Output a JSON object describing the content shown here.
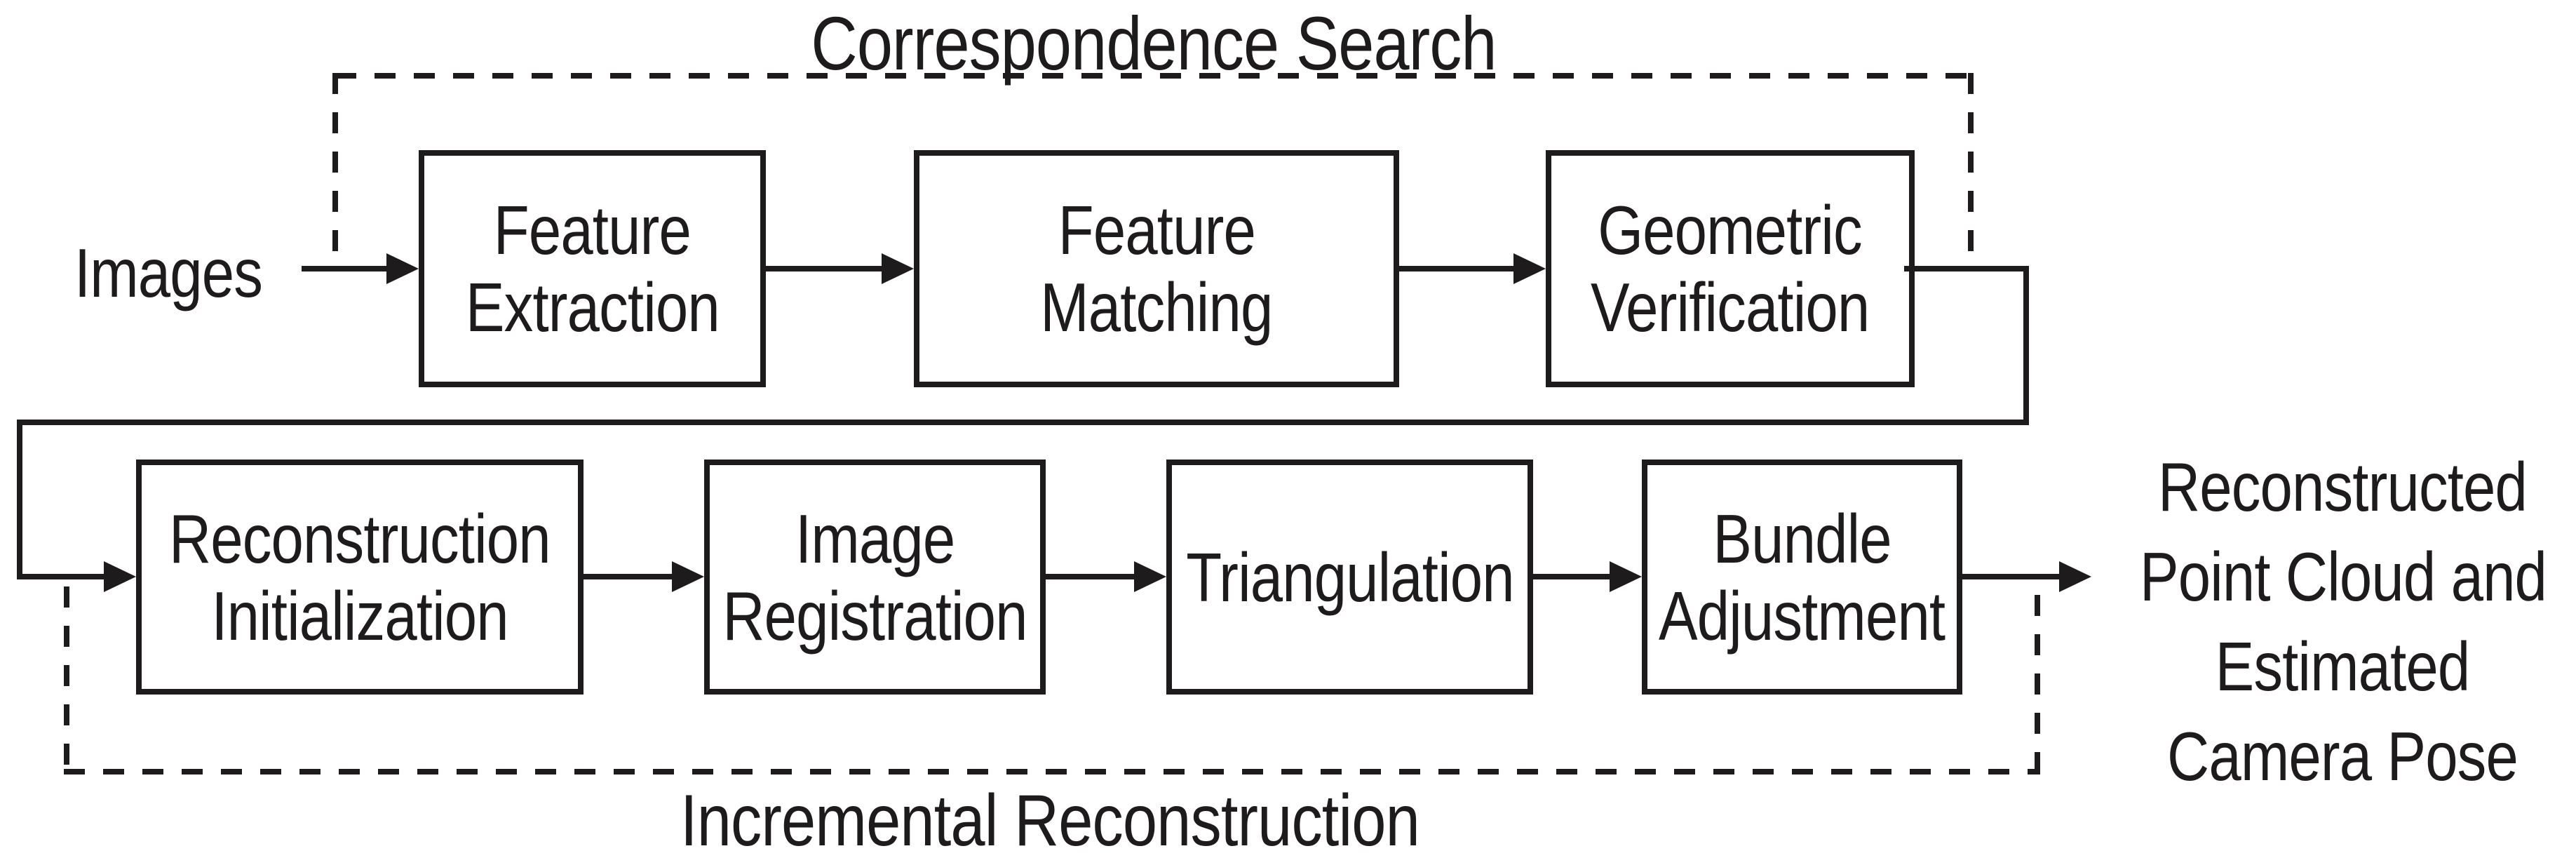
{
  "titles": {
    "correspondence": "Correspondence Search",
    "incremental": "Incremental Reconstruction"
  },
  "input": {
    "label": "Images"
  },
  "output": {
    "line1": "Reconstructed",
    "line2": "Point Cloud and",
    "line3": "Estimated",
    "line4": "Camera Pose"
  },
  "boxes": {
    "feature_extraction": {
      "line1": "Feature",
      "line2": "Extraction"
    },
    "feature_matching": {
      "line1": "Feature",
      "line2": "Matching"
    },
    "geometric_verification": {
      "line1": "Geometric",
      "line2": "Verification"
    },
    "reconstruction_initialization": {
      "line1": "Reconstruction",
      "line2": "Initialization"
    },
    "image_registration": {
      "line1": "Image",
      "line2": "Registration"
    },
    "triangulation": {
      "line1": "Triangulation"
    },
    "bundle_adjustment": {
      "line1": "Bundle",
      "line2": "Adjustment"
    }
  },
  "colors": {
    "ink": "#1e1b1c",
    "background": "#ffffff"
  }
}
